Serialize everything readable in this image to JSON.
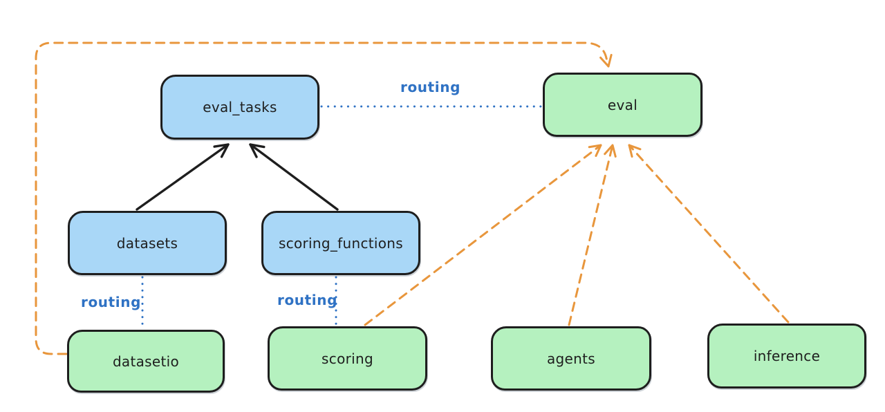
{
  "diagram": {
    "nodes": [
      {
        "id": "eval_tasks",
        "label": "eval_tasks",
        "kind": "api"
      },
      {
        "id": "eval",
        "label": "eval",
        "kind": "provider"
      },
      {
        "id": "datasets",
        "label": "datasets",
        "kind": "api"
      },
      {
        "id": "scoring_functions",
        "label": "scoring_functions",
        "kind": "api"
      },
      {
        "id": "datasetio",
        "label": "datasetio",
        "kind": "provider"
      },
      {
        "id": "scoring",
        "label": "scoring",
        "kind": "provider"
      },
      {
        "id": "agents",
        "label": "agents",
        "kind": "provider"
      },
      {
        "id": "inference",
        "label": "inference",
        "kind": "provider"
      }
    ],
    "edge_labels": [
      {
        "text": "routing"
      },
      {
        "text": "routing"
      },
      {
        "text": "routing"
      }
    ],
    "edges": [
      {
        "from": "datasets",
        "to": "eval_tasks",
        "style": "solid-arrow"
      },
      {
        "from": "scoring_functions",
        "to": "eval_tasks",
        "style": "solid-arrow"
      },
      {
        "from": "eval_tasks",
        "to": "eval",
        "style": "dotted",
        "label": "routing"
      },
      {
        "from": "datasets",
        "to": "datasetio",
        "style": "dotted",
        "label": "routing"
      },
      {
        "from": "scoring_functions",
        "to": "scoring",
        "style": "dotted",
        "label": "routing"
      },
      {
        "from": "datasetio",
        "to": "eval",
        "style": "dashed-arrow"
      },
      {
        "from": "scoring",
        "to": "eval",
        "style": "dashed-arrow"
      },
      {
        "from": "agents",
        "to": "eval",
        "style": "dashed-arrow"
      },
      {
        "from": "inference",
        "to": "eval",
        "style": "dashed-arrow"
      }
    ]
  },
  "colors": {
    "api_box_fill": "#a9d7f7",
    "provider_box_fill": "#b5f1bf",
    "box_border": "#1e1e1e",
    "routing_label": "#2f72c4",
    "routing_line": "#2f72c4",
    "dashed_arrow": "#e8963c",
    "solid_arrow": "#1e1e1e"
  }
}
